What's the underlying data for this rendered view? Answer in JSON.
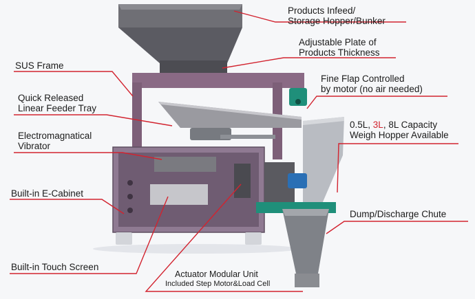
{
  "colors": {
    "leader_line": "#d2232f",
    "frame": "#8a6a85",
    "cabinet": "#8f7a92",
    "steel": "#b9bcc2",
    "motor": "#1f8f7a",
    "background": "#f6f7f9"
  },
  "labels": {
    "infeed_hopper": [
      "Products Infeed/",
      "Storage Hopper/Bunker"
    ],
    "thickness_plate": [
      "Adjustable Plate of",
      "Products Thickness"
    ],
    "sus_frame": [
      "SUS Frame"
    ],
    "fine_flap": [
      "Fine Flap Controlled",
      "by motor (no air needed)"
    ],
    "feeder_tray": [
      "Quick Released",
      "Linear Feeder Tray"
    ],
    "capacity": {
      "line1_pre": "0.5L, ",
      "line1_highlight": "3L",
      "line1_post": ", 8L Capacity",
      "line2": "Weigh Hopper Available"
    },
    "vibrator": [
      "Electromagnatical",
      "Vibrator"
    ],
    "e_cabinet": [
      "Built-in E-Cabinet"
    ],
    "dump_chute": [
      "Dump/Discharge Chute"
    ],
    "touch_screen": [
      "Built-in Touch Screen"
    ],
    "actuator": {
      "title": "Actuator Modular Unit",
      "subtitle": "Included Step Motor&Load Cell"
    }
  }
}
